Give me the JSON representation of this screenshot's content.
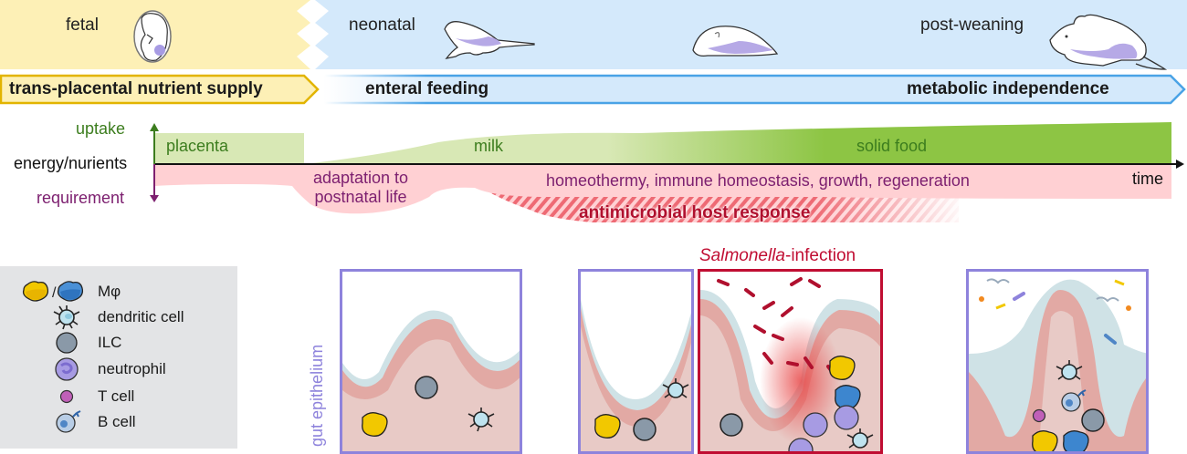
{
  "stages": {
    "fetal": "fetal",
    "neonatal": "neonatal",
    "post_weaning": "post-weaning"
  },
  "phases": {
    "trans_placental": "trans-placental nutrient supply",
    "enteral_feeding": "enteral feeding",
    "metabolic_independence": "metabolic independence"
  },
  "axis": {
    "uptake": "uptake",
    "center": "energy/nurients",
    "requirement": "requirement",
    "time": "time"
  },
  "uptake_sources": {
    "placenta": "placenta",
    "milk": "milk",
    "solid_food": "solid food"
  },
  "requirements": {
    "adaptation_line1": "adaptation to",
    "adaptation_line2": "postnatal life",
    "homeostasis": "homeothermy, immune homeostasis, growth, regeneration",
    "antimicrobial": "antimicrobial host response"
  },
  "legend": {
    "items": [
      {
        "icon": "macrophage-icon",
        "label": "Mφ"
      },
      {
        "icon": "dendritic-cell-icon",
        "label": "dendritic cell"
      },
      {
        "icon": "ilc-icon",
        "label": "ILC"
      },
      {
        "icon": "neutrophil-icon",
        "label": "neutrophil"
      },
      {
        "icon": "t-cell-icon",
        "label": "T cell"
      },
      {
        "icon": "b-cell-icon",
        "label": "B cell"
      }
    ],
    "separator": "/"
  },
  "panels": {
    "gut_label": "gut epithelium",
    "infection_title_italic": "Salmonella",
    "infection_title_rest": "-infection"
  },
  "colors": {
    "fetal_bg": "#fdf0b6",
    "fetal_border": "#e2b400",
    "postnatal_bg": "#d4e9fb",
    "postnatal_border": "#4aa3e6",
    "uptake_green": "#3c7d1e",
    "requirement_purple": "#7d2070",
    "uptake_fill": "#d8e8b5",
    "solid_fill": "#8dc544",
    "requirement_fill": "#ffd0d3",
    "infection_red": "#c00d32",
    "panel_border": "#8e83dc"
  }
}
